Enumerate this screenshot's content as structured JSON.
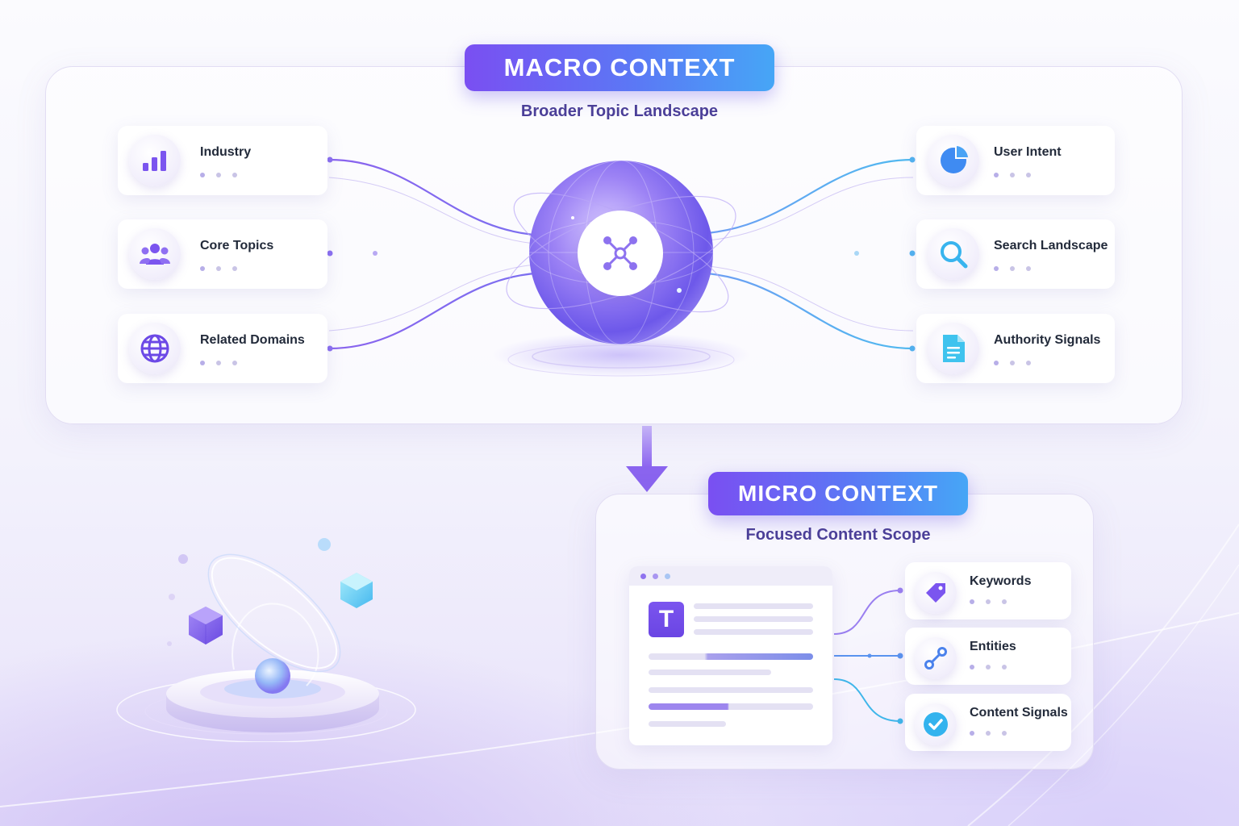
{
  "macro": {
    "title": "MACRO CONTEXT",
    "subtitle": "Broader Topic Landscape",
    "left_items": [
      {
        "label": "Industry",
        "icon": "bar-chart-icon"
      },
      {
        "label": "Core Topics",
        "icon": "users-icon"
      },
      {
        "label": "Related Domains",
        "icon": "globe-icon"
      }
    ],
    "right_items": [
      {
        "label": "User Intent",
        "icon": "pie-chart-icon"
      },
      {
        "label": "Search Landscape",
        "icon": "search-icon"
      },
      {
        "label": "Authority Signals",
        "icon": "document-icon"
      }
    ],
    "hub_icon": "network-hub-icon"
  },
  "micro": {
    "title": "MICRO CONTEXT",
    "subtitle": "Focused Content Scope",
    "document_letter": "T",
    "items": [
      {
        "label": "Keywords",
        "icon": "tag-icon"
      },
      {
        "label": "Entities",
        "icon": "node-link-icon"
      },
      {
        "label": "Content Signals",
        "icon": "check-icon"
      }
    ]
  },
  "colors": {
    "purple": "#7a4ff2",
    "blue": "#46a6f6",
    "navy_text": "#4b3f98"
  }
}
